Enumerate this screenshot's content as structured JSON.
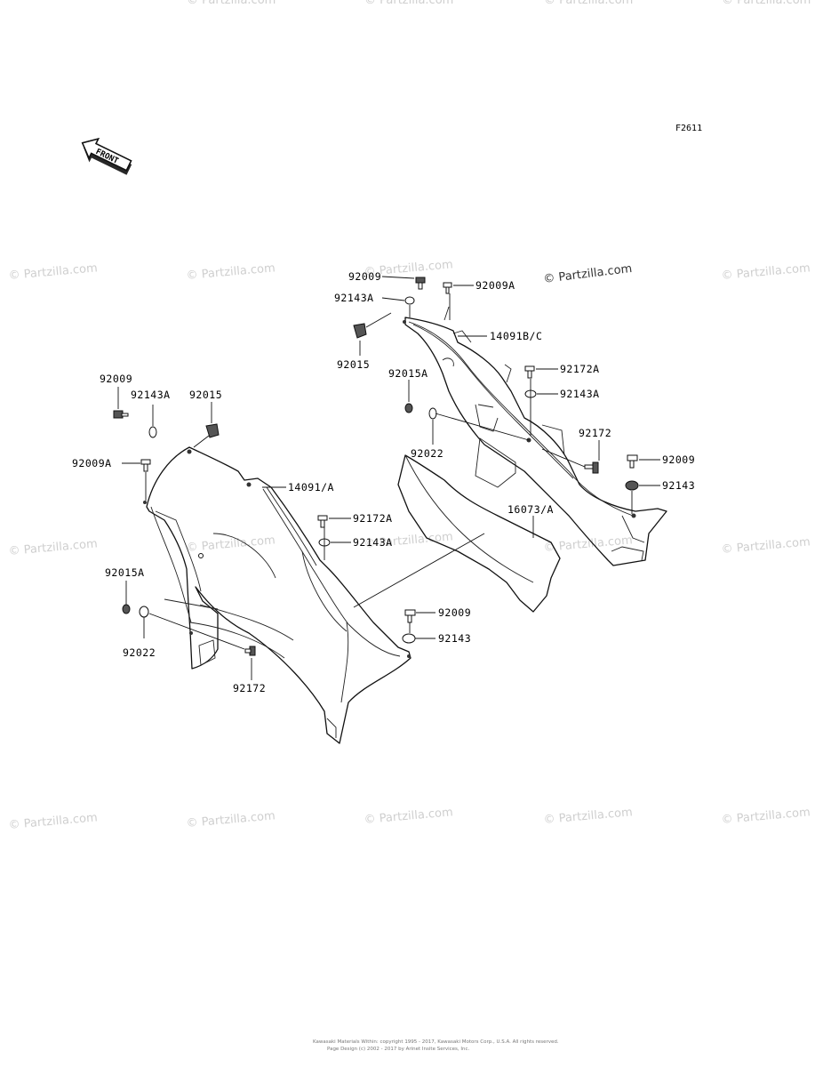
{
  "figure_ref": "F2611",
  "front_arrow": "FRONT",
  "watermark": "© Partzilla.com",
  "watermark_clean": "Partzilla.com",
  "labels": {
    "l_92009_top": "92009",
    "l_92009A_top": "92009A",
    "l_92143A_top": "92143A",
    "l_14091BC": "14091B/C",
    "l_92015_top": "92015",
    "l_92015A_right": "92015A",
    "l_92172A_right": "92172A",
    "l_92143A_right": "92143A",
    "l_92022_right": "92022",
    "l_92172_right": "92172",
    "l_92009_right": "92009",
    "l_92143_right": "92143",
    "l_16073A": "16073/A",
    "l_92009_left": "92009",
    "l_92143A_left": "92143A",
    "l_92015_left": "92015",
    "l_92009A_left": "92009A",
    "l_14091A": "14091/A",
    "l_92172A_mid": "92172A",
    "l_92143A_mid": "92143A",
    "l_92015A_left": "92015A",
    "l_92022_left": "92022",
    "l_92172_left": "92172",
    "l_92009_mid": "92009",
    "l_92143_mid": "92143"
  },
  "copyright_line1": "Kawasaki Materials Within: copyright 1995 - 2017, Kawasaki Motors Corp., U.S.A. All rights reserved.",
  "copyright_line2": "Page Design (c) 2002 - 2017 by Arinet Insite Services, Inc."
}
